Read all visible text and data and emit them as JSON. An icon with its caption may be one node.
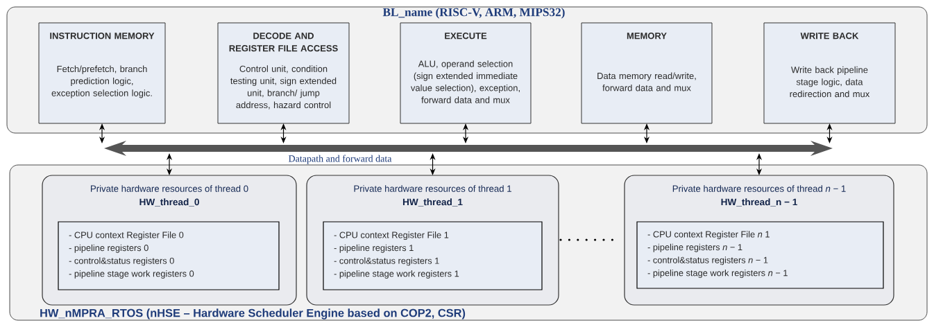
{
  "diagram": {
    "nodes": [
      {
        "text": [
          "BL_name (RISC-V, ARM, MIPS32)"
        ]
      },
      {
        "text": [
          "INSTRUCTION MEMORY",
          "Fetch/prefetch, branch prediction logic, exception selection logic."
        ],
        "in": 0
      },
      {
        "text": [
          "DECODE AND REGISTER FILE ACCESS",
          "Control unit, condition testing unit, sign extended unit, branch/ jump address, hazard control"
        ],
        "in": 0
      },
      {
        "text": [
          "EXECUTE",
          "ALU, operand selection (sign extended immediate value selection), exception, forward data and mux"
        ],
        "in": 0
      },
      {
        "text": [
          "MEMORY",
          "Data memory read/write, forward data and mux"
        ],
        "in": 0
      },
      {
        "text": [
          "WRITE BACK",
          "Write back pipeline stage logic, data redirection and mux"
        ],
        "in": 0
      },
      {
        "text": [],
        "shape": "bar",
        "beside": [
          "Datapath and forward data"
        ]
      },
      {
        "text": [
          "HW_nMPRA_RTOS (nHSE – Hardware Scheduler Engine based on COP2, CSR)"
        ]
      },
      {
        "text": [
          "Private hardware resources of thread 0",
          "HW_thread_0"
        ],
        "in": 7
      },
      {
        "text": [
          "- CPU context Register File 0",
          "- pipeline registers 0",
          "- control&status registers 0",
          "- pipeline stage work registers 0"
        ],
        "in": 8
      },
      {
        "text": [
          "Private hardware resources of thread 1",
          "HW_thread_1"
        ],
        "in": 7
      },
      {
        "text": [
          "- CPU context Register File 1",
          "- pipeline registers 1",
          "- control&status registers 1",
          "- pipeline stage work registers 1"
        ],
        "in": 10
      },
      {
        "text": [
          "Private hardware resources of thread *n* − 1",
          "HW_thread_n − 1"
        ],
        "in": 7
      },
      {
        "text": [
          "- CPU context Register File *n* 1",
          "- pipeline registers *n* − 1",
          "- control&status registers *n* − 1",
          "- pipeline stage work registers *n* − 1"
        ],
        "in": 12
      }
    ],
    "edges": [
      {
        "from": 1,
        "to": 6,
        "arrow": "both"
      },
      {
        "from": 2,
        "to": 6,
        "arrow": "both"
      },
      {
        "from": 3,
        "to": 6,
        "arrow": "both"
      },
      {
        "from": 4,
        "to": 6,
        "arrow": "both"
      },
      {
        "from": 5,
        "to": 6,
        "arrow": "both"
      },
      {
        "from": 6,
        "to": 8,
        "arrow": "both"
      },
      {
        "from": 6,
        "to": 10,
        "arrow": "both"
      },
      {
        "from": 6,
        "to": 12,
        "arrow": "both"
      }
    ]
  }
}
